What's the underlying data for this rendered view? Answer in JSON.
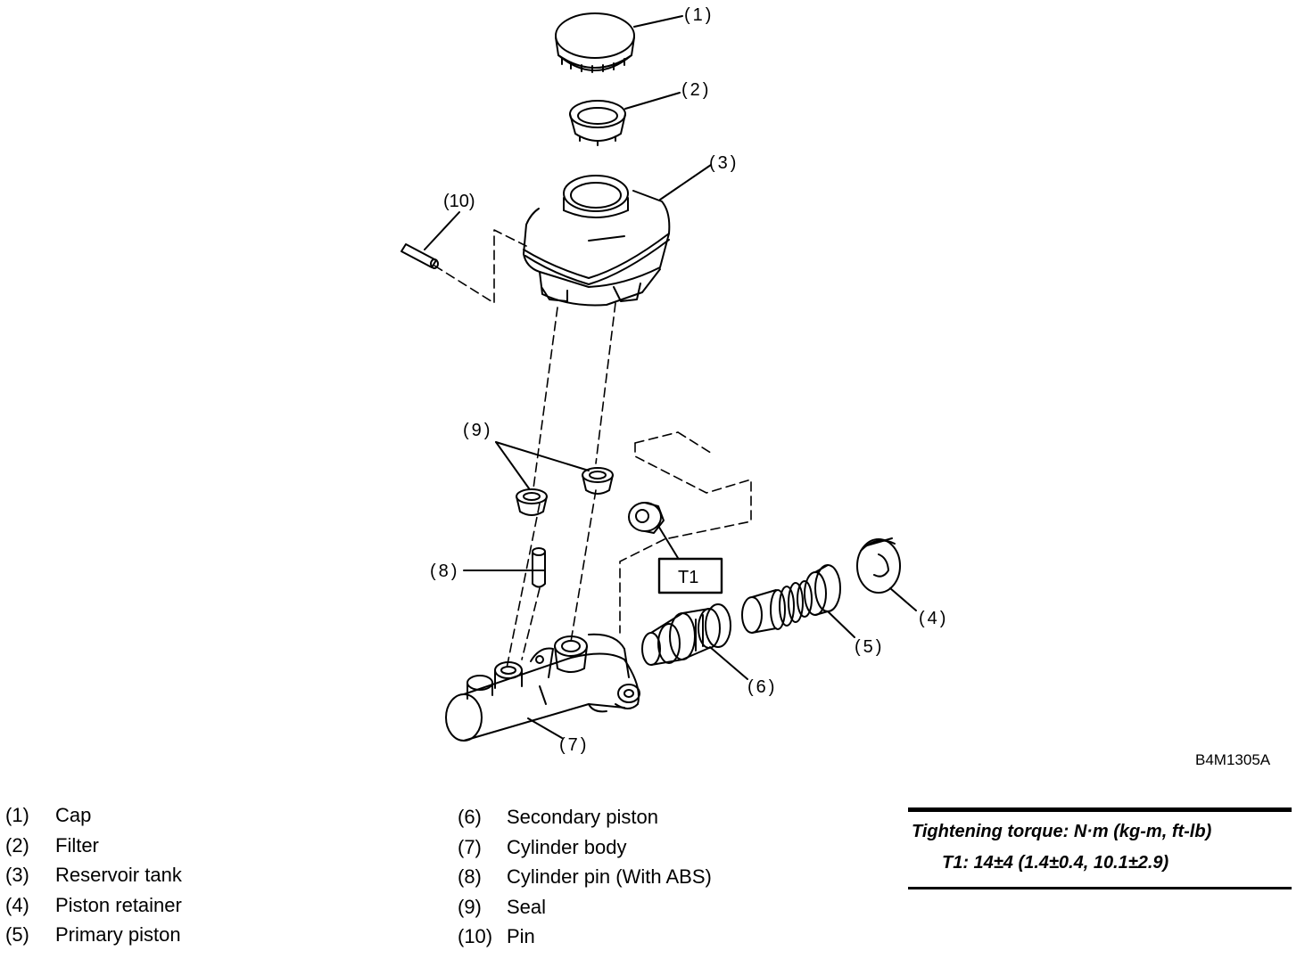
{
  "callouts": {
    "c1": "(1)",
    "c2": "(2)",
    "c3": "(3)",
    "c4": "(4)",
    "c5": "(5)",
    "c6": "(6)",
    "c7": "(7)",
    "c8": "(8)",
    "c9": "(9)",
    "c10": "(10)",
    "t1": "T1"
  },
  "figure_code": "B4M1305A",
  "legend": {
    "left": [
      {
        "num": "(1)",
        "label": "Cap"
      },
      {
        "num": "(2)",
        "label": "Filter"
      },
      {
        "num": "(3)",
        "label": "Reservoir tank"
      },
      {
        "num": "(4)",
        "label": "Piston retainer"
      },
      {
        "num": "(5)",
        "label": "Primary piston"
      }
    ],
    "right": [
      {
        "num": "(6)",
        "label": "Secondary piston"
      },
      {
        "num": "(7)",
        "label": "Cylinder body"
      },
      {
        "num": "(8)",
        "label": "Cylinder pin (With ABS)"
      },
      {
        "num": "(9)",
        "label": "Seal"
      },
      {
        "num": "(10)",
        "label": "Pin"
      }
    ]
  },
  "torque": {
    "title": "Tightening torque: N·m (kg-m, ft-lb)",
    "value": "T1: 14±4 (1.4±0.4, 10.1±2.9)"
  }
}
